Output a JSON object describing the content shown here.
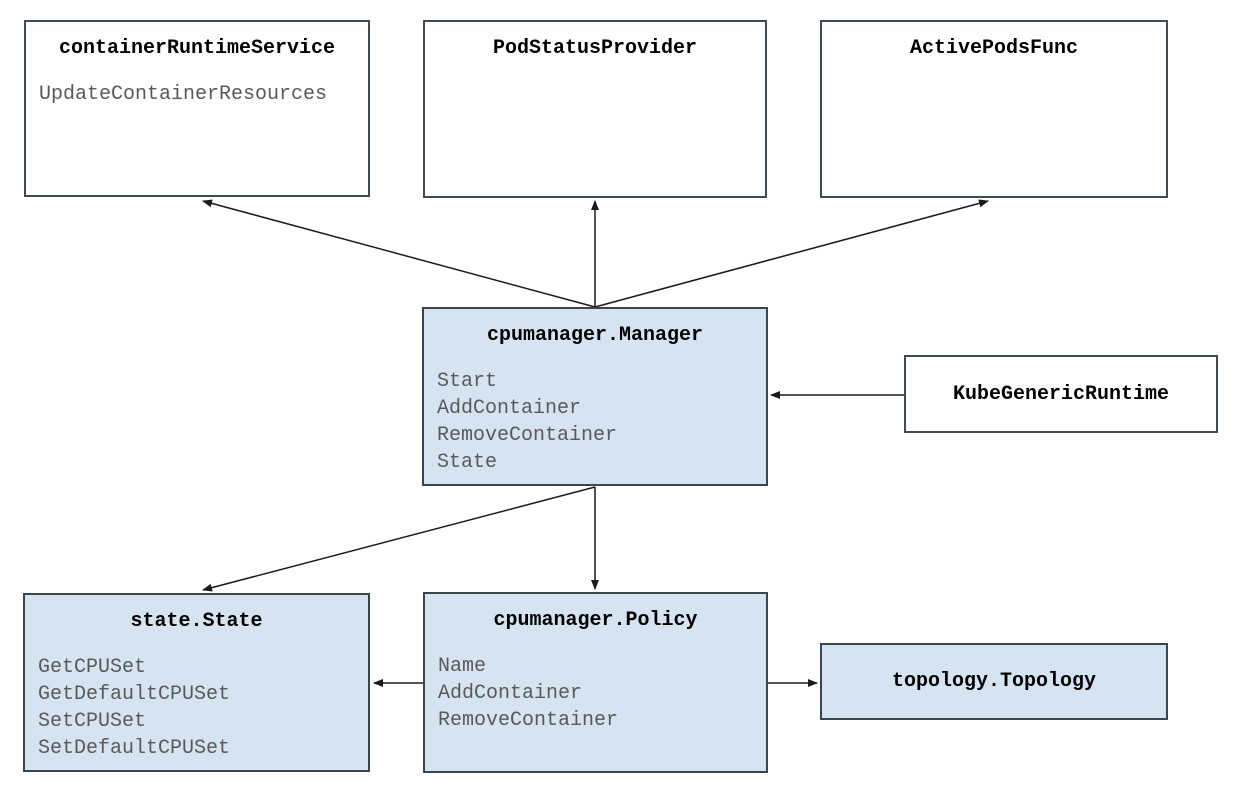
{
  "colors": {
    "box_fill_white": "#ffffff",
    "box_fill_blue": "#d6e4f2",
    "box_border": "#3c444c",
    "title_text": "#000000",
    "method_text": "#595959",
    "arrow": "#1a1a1a"
  },
  "boxes": {
    "container_runtime_service": {
      "title": "containerRuntimeService",
      "methods": [
        "UpdateContainerResources"
      ]
    },
    "pod_status_provider": {
      "title": "PodStatusProvider",
      "methods": []
    },
    "active_pods_func": {
      "title": "ActivePodsFunc",
      "methods": []
    },
    "cpumanager_manager": {
      "title": "cpumanager.Manager",
      "methods": [
        "Start",
        "AddContainer",
        "RemoveContainer",
        "State"
      ]
    },
    "kube_generic_runtime": {
      "title": "KubeGenericRuntime",
      "methods": []
    },
    "state_state": {
      "title": "state.State",
      "methods": [
        "GetCPUSet",
        "GetDefaultCPUSet",
        "SetCPUSet",
        "SetDefaultCPUSet"
      ]
    },
    "cpumanager_policy": {
      "title": "cpumanager.Policy",
      "methods": [
        "Name",
        "AddContainer",
        "RemoveContainer"
      ]
    },
    "topology_topology": {
      "title": "topology.Topology",
      "methods": []
    }
  },
  "edges": [
    {
      "from": "cpumanager.Manager",
      "to": "containerRuntimeService"
    },
    {
      "from": "cpumanager.Manager",
      "to": "PodStatusProvider"
    },
    {
      "from": "cpumanager.Manager",
      "to": "ActivePodsFunc"
    },
    {
      "from": "KubeGenericRuntime",
      "to": "cpumanager.Manager"
    },
    {
      "from": "cpumanager.Manager",
      "to": "state.State"
    },
    {
      "from": "cpumanager.Manager",
      "to": "cpumanager.Policy"
    },
    {
      "from": "cpumanager.Policy",
      "to": "state.State"
    },
    {
      "from": "cpumanager.Policy",
      "to": "topology.Topology"
    }
  ]
}
